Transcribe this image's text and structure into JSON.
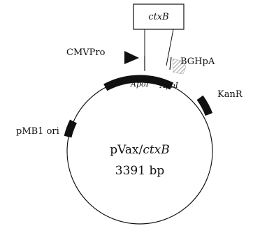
{
  "plasmid": {
    "name": "pVax/ctxB",
    "name_plain": "pVax/",
    "name_italic": "ctxB",
    "size": "3391 bp"
  },
  "insert": {
    "label": "ctxB"
  },
  "features": {
    "cmv": "CMVPro",
    "bgh": "BGHpA",
    "kan": "KanR",
    "pmb1": "pMB1 ori"
  },
  "sites": {
    "left": "'ApoI",
    "right": "ApoI"
  },
  "colors": {
    "ink": "#111111",
    "background": "#ffffff",
    "hatch": "#999999"
  }
}
